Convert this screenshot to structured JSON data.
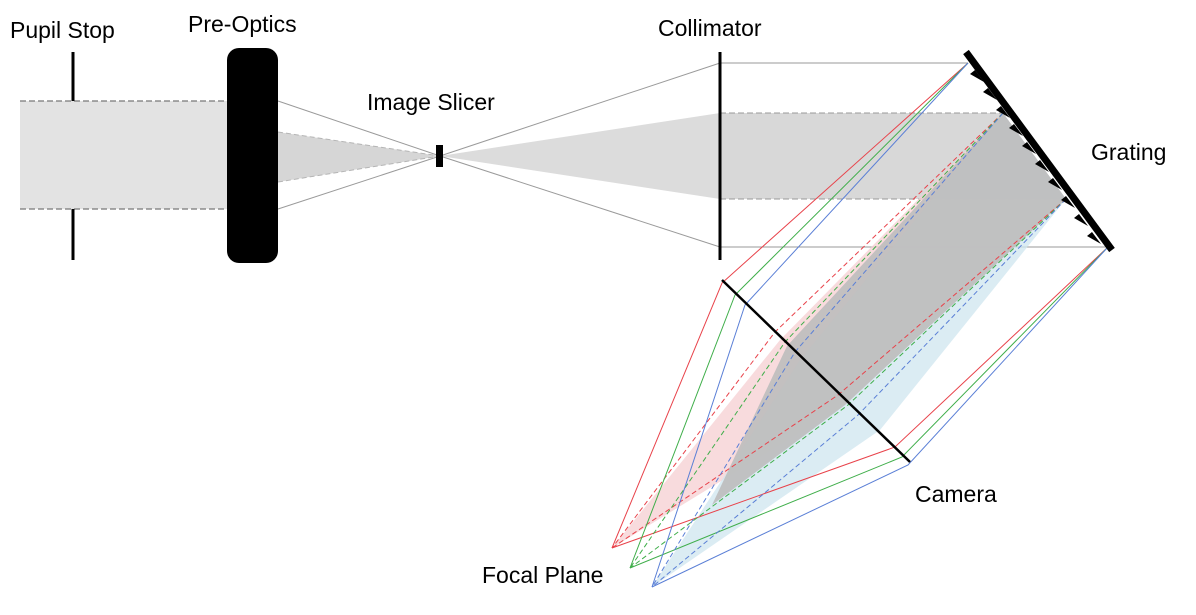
{
  "labels": {
    "pupil_stop": "Pupil Stop",
    "pre_optics": "Pre-Optics",
    "image_slicer": "Image Slicer",
    "collimator": "Collimator",
    "grating": "Grating",
    "camera": "Camera",
    "focal_plane": "Focal Plane"
  },
  "colors": {
    "beam_fill": "#e3e3e3",
    "dispersed_fill": "#c9c9c9",
    "red_ray": "#e8424a",
    "green_ray": "#3fae4a",
    "blue_ray": "#5a7fd6",
    "optic": "#000000",
    "ray_gray": "#9a9a9a"
  }
}
